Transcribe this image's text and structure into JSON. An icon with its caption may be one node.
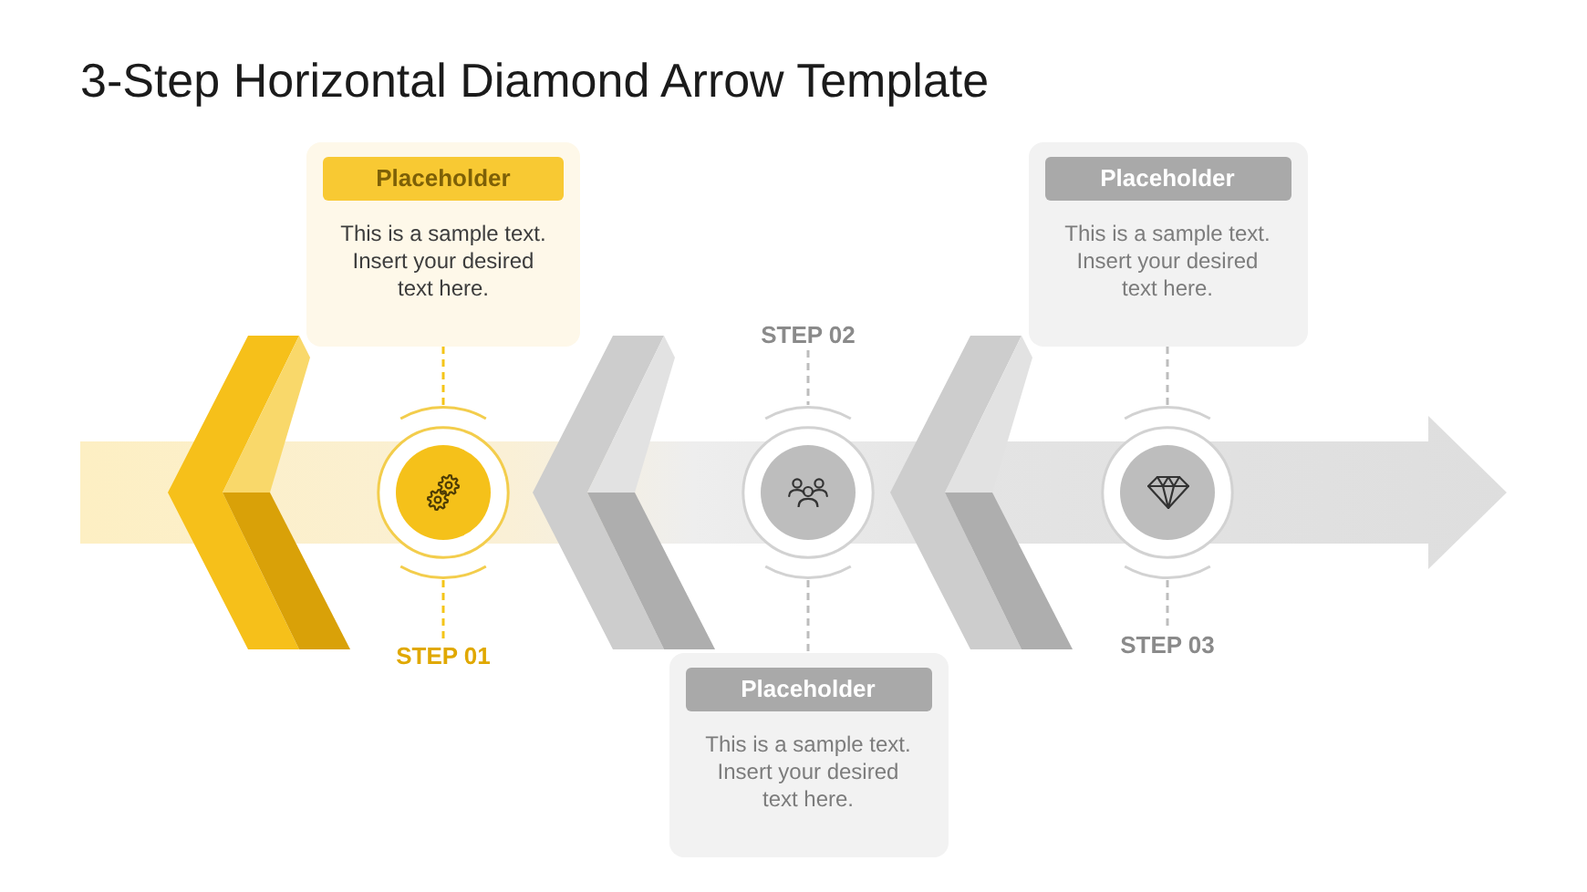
{
  "diagram": {
    "title": "3-Step Horizontal Diamond Arrow Template",
    "nodes": [
      {
        "text": [
          "Placeholder",
          "This is a sample text. Insert your desired text here."
        ]
      },
      {
        "text": [],
        "shape": "circle"
      },
      {
        "text": [
          "STEP 01"
        ]
      },
      {
        "text": [
          "STEP 02"
        ]
      },
      {
        "text": [],
        "shape": "circle"
      },
      {
        "text": [
          "Placeholder",
          "This is a sample text. Insert your desired text here."
        ]
      },
      {
        "text": [
          "Placeholder",
          "This is a sample text. Insert your desired text here."
        ]
      },
      {
        "text": [],
        "shape": "circle"
      },
      {
        "text": [
          "STEP 03"
        ]
      }
    ],
    "edges": [
      {
        "from": 0,
        "to": 1,
        "arrow": "none",
        "style": "dashed",
        "color": "#f5c518"
      },
      {
        "from": 1,
        "to": 2,
        "arrow": "none",
        "style": "dashed",
        "color": "#f5c518"
      },
      {
        "from": 3,
        "to": 4,
        "arrow": "none",
        "style": "dashed"
      },
      {
        "from": 4,
        "to": 5,
        "arrow": "none",
        "style": "dashed"
      },
      {
        "from": 6,
        "to": 7,
        "arrow": "none",
        "style": "dashed"
      },
      {
        "from": 7,
        "to": 8,
        "arrow": "none",
        "style": "dashed"
      }
    ]
  }
}
